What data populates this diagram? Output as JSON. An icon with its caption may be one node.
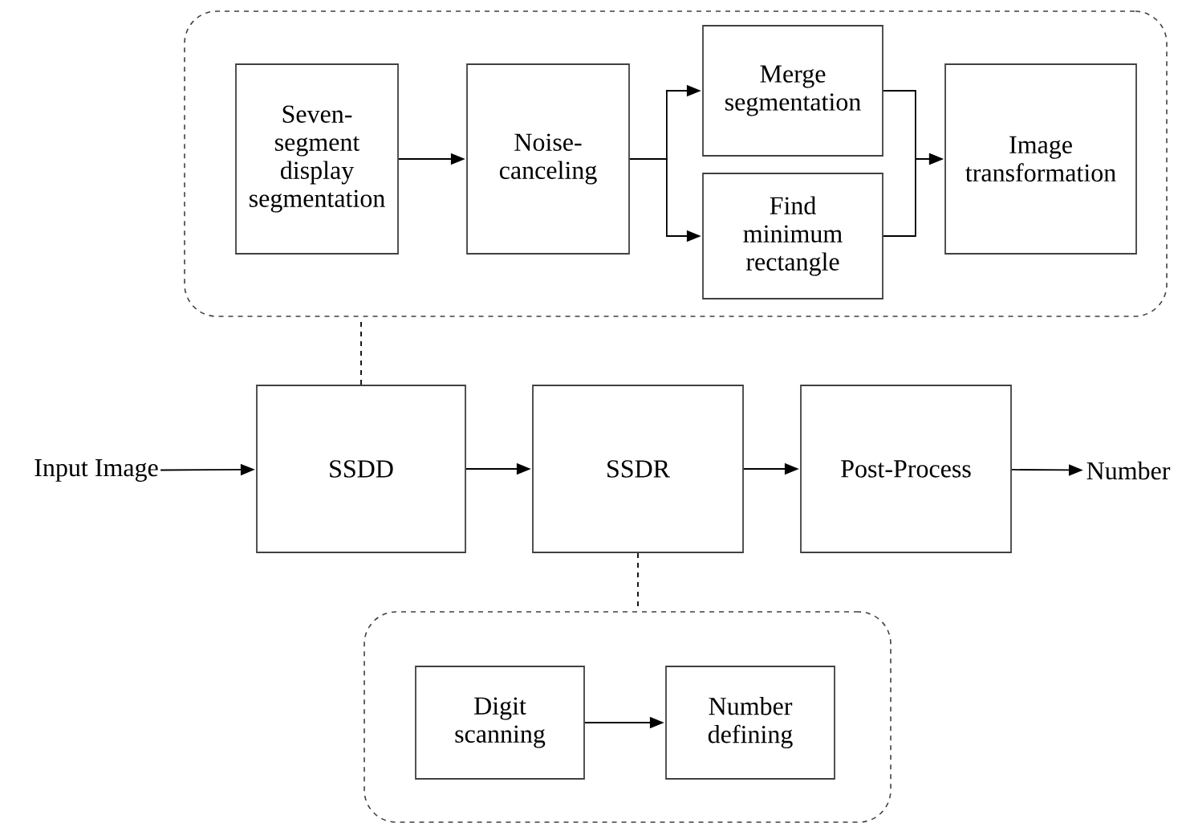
{
  "diagram": {
    "nodes": [
      {
        "text": [],
        "shape": "box"
      },
      {
        "text": [
          "Seven-segment display segmentation"
        ],
        "in": 0
      },
      {
        "text": [
          "Noise-canceling"
        ],
        "in": 0
      },
      {
        "text": [
          "Merge segmentation"
        ],
        "in": 0
      },
      {
        "text": [
          "Find minimum rectangle"
        ],
        "in": 0
      },
      {
        "text": [
          "Image transformation"
        ],
        "in": 0
      },
      {
        "text": [
          "Input Image"
        ]
      },
      {
        "text": [
          "SSDD"
        ]
      },
      {
        "text": [
          "SSDR"
        ]
      },
      {
        "text": [
          "Post-Process"
        ]
      },
      {
        "text": [
          "Number"
        ]
      },
      {
        "text": [],
        "shape": "box"
      },
      {
        "text": [
          "Digit scanning"
        ],
        "in": 11
      },
      {
        "text": [
          "Number defining"
        ],
        "in": 11
      }
    ],
    "edges": [
      {
        "from": 1,
        "to": 2,
        "arrow": "to"
      },
      {
        "from": 2,
        "to": 3,
        "arrow": "to"
      },
      {
        "from": 2,
        "to": 4,
        "arrow": "to"
      },
      {
        "from": 3,
        "to": 5,
        "arrow": "to"
      },
      {
        "from": 4,
        "to": 5,
        "arrow": "to"
      },
      {
        "from": 6,
        "to": 7,
        "arrow": "to"
      },
      {
        "from": 7,
        "to": 8,
        "arrow": "to"
      },
      {
        "from": 8,
        "to": 9,
        "arrow": "to"
      },
      {
        "from": 9,
        "to": 10,
        "arrow": "to"
      },
      {
        "from": 12,
        "to": 13,
        "arrow": "to"
      },
      {
        "from": 7,
        "to": 0,
        "arrow": "none",
        "style": "dashed"
      },
      {
        "from": 8,
        "to": 11,
        "arrow": "none",
        "style": "dashed"
      }
    ]
  }
}
